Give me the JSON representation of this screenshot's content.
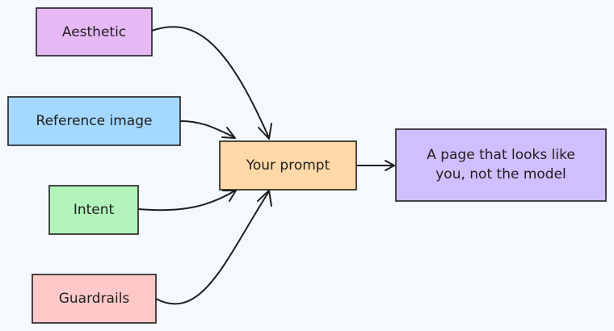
{
  "nodes": {
    "aesthetic": {
      "label": "Aesthetic",
      "fill": "#e6b8f5"
    },
    "reference": {
      "label": "Reference image",
      "fill": "#a5d8ff"
    },
    "intent": {
      "label": "Intent",
      "fill": "#b2f2bb"
    },
    "guardrails": {
      "label": "Guardrails",
      "fill": "#ffc9c9"
    },
    "prompt": {
      "label": "Your prompt",
      "fill": "#ffd8a8"
    },
    "result": {
      "line1": "A page that looks like",
      "line2": "you, not the model",
      "fill": "#d0bfff"
    }
  }
}
